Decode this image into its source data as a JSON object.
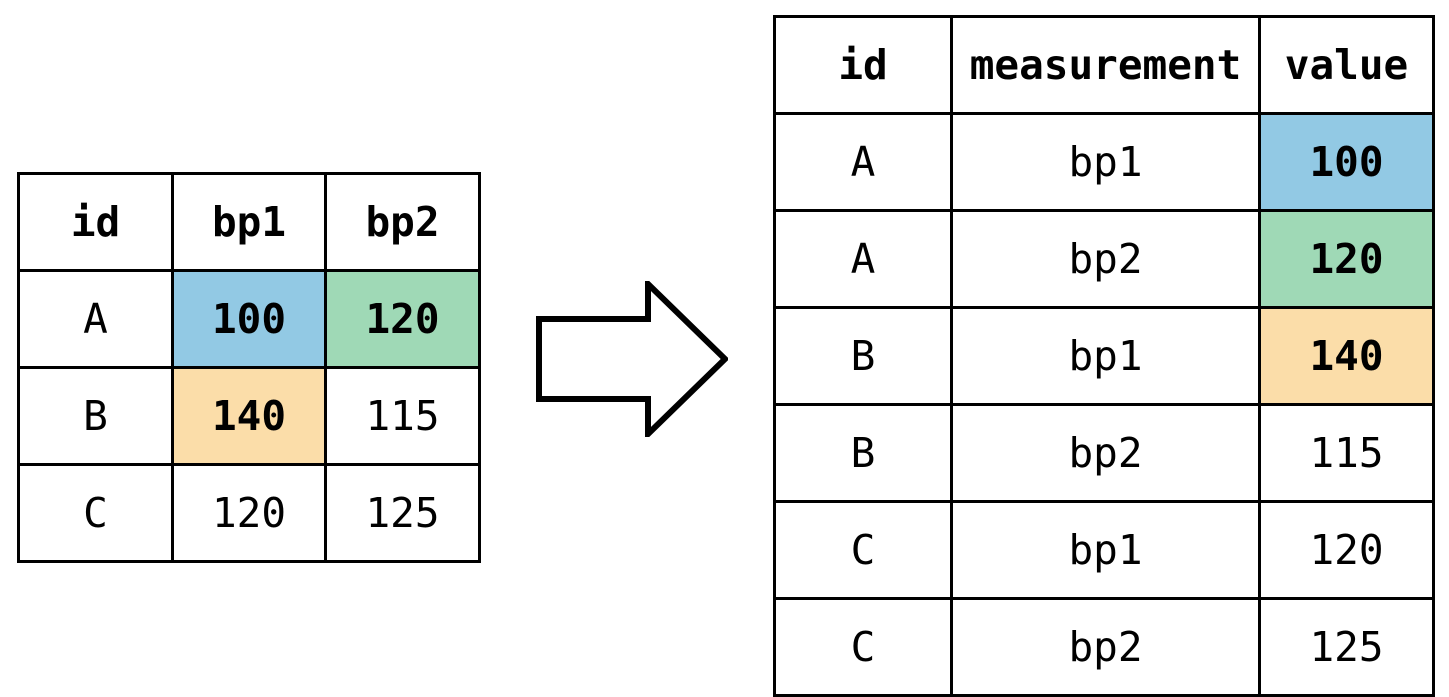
{
  "diagram": {
    "title": "pivot-longer-transformation",
    "arrow": {
      "icon": "right-block-arrow-icon",
      "direction": "right"
    },
    "colors": {
      "highlight_blue": "#92C9E4",
      "highlight_green": "#9FD9B6",
      "highlight_orange": "#FBDDA9",
      "border": "#000000",
      "background": "#FFFFFF"
    }
  },
  "wide_table": {
    "name": "wide-format-table",
    "headers": [
      "id",
      "bp1",
      "bp2"
    ],
    "rows": [
      {
        "cells": [
          {
            "text": "A",
            "highlight": "none"
          },
          {
            "text": "100",
            "highlight": "blue"
          },
          {
            "text": "120",
            "highlight": "green"
          }
        ]
      },
      {
        "cells": [
          {
            "text": "B",
            "highlight": "none"
          },
          {
            "text": "140",
            "highlight": "orange"
          },
          {
            "text": "115",
            "highlight": "none"
          }
        ]
      },
      {
        "cells": [
          {
            "text": "C",
            "highlight": "none"
          },
          {
            "text": "120",
            "highlight": "none"
          },
          {
            "text": "125",
            "highlight": "none"
          }
        ]
      }
    ]
  },
  "long_table": {
    "name": "long-format-table",
    "headers": [
      "id",
      "measurement",
      "value"
    ],
    "rows": [
      {
        "cells": [
          {
            "text": "A",
            "highlight": "none"
          },
          {
            "text": "bp1",
            "highlight": "none"
          },
          {
            "text": "100",
            "highlight": "blue"
          }
        ]
      },
      {
        "cells": [
          {
            "text": "A",
            "highlight": "none"
          },
          {
            "text": "bp2",
            "highlight": "none"
          },
          {
            "text": "120",
            "highlight": "green"
          }
        ]
      },
      {
        "cells": [
          {
            "text": "B",
            "highlight": "none"
          },
          {
            "text": "bp1",
            "highlight": "none"
          },
          {
            "text": "140",
            "highlight": "orange"
          }
        ]
      },
      {
        "cells": [
          {
            "text": "B",
            "highlight": "none"
          },
          {
            "text": "bp2",
            "highlight": "none"
          },
          {
            "text": "115",
            "highlight": "none"
          }
        ]
      },
      {
        "cells": [
          {
            "text": "C",
            "highlight": "none"
          },
          {
            "text": "bp1",
            "highlight": "none"
          },
          {
            "text": "120",
            "highlight": "none"
          }
        ]
      },
      {
        "cells": [
          {
            "text": "C",
            "highlight": "none"
          },
          {
            "text": "bp2",
            "highlight": "none"
          },
          {
            "text": "125",
            "highlight": "none"
          }
        ]
      }
    ]
  }
}
